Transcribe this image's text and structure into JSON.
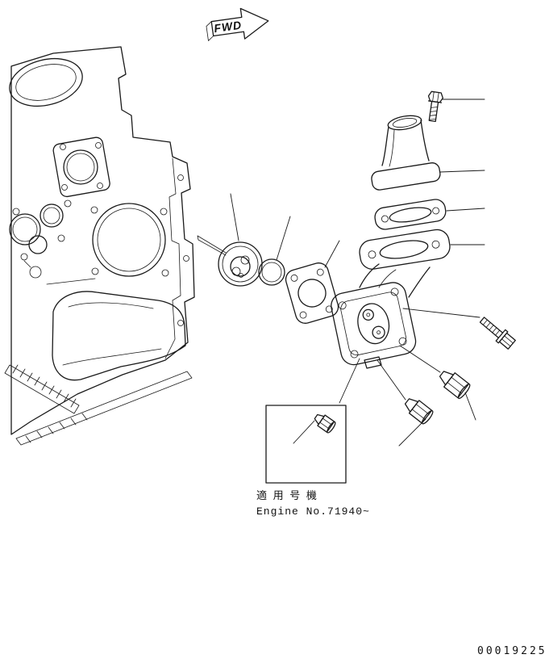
{
  "diagram": {
    "fwd_label": "FWD",
    "caption": {
      "line1": "適 用 号 機",
      "line2": "Engine No.71940~"
    },
    "doc_number": "00019225",
    "colors": {
      "line_color": "#1a1a1a",
      "background": "#ffffff"
    }
  }
}
